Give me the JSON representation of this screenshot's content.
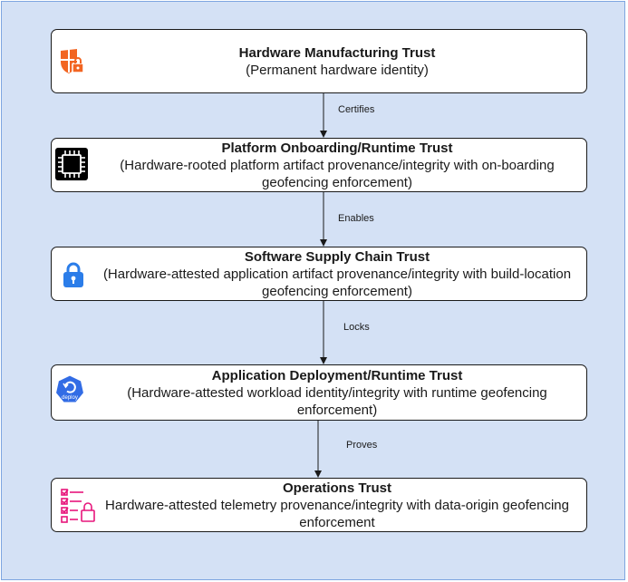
{
  "diagram": {
    "boxes": [
      {
        "title": "Hardware Manufacturing Trust",
        "description": "(Permanent hardware identity)",
        "icon": "shield-lock-icon",
        "icon_color": "#f26522"
      },
      {
        "title": "Platform Onboarding/Runtime Trust",
        "description": "(Hardware-rooted platform artifact provenance/integrity with on-boarding geofencing enforcement)",
        "icon": "cpu-chip-icon",
        "icon_color": "#000000"
      },
      {
        "title": "Software Supply Chain Trust",
        "description": "(Hardware-attested application artifact provenance/integrity with build-location geofencing enforcement)",
        "icon": "padlock-icon",
        "icon_color": "#2b7de9"
      },
      {
        "title": "Application Deployment/Runtime Trust",
        "description": "(Hardware-attested workload identity/integrity with runtime geofencing enforcement)",
        "icon": "kubernetes-deploy-icon",
        "icon_color": "#326ce5",
        "icon_text": "deploy"
      },
      {
        "title": "Operations Trust",
        "description": "Hardware-attested telemetry provenance/integrity with data-origin geofencing enforcement",
        "icon": "checklist-lock-icon",
        "icon_color": "#e7157b"
      }
    ],
    "edges": [
      {
        "label": "Certifies"
      },
      {
        "label": "Enables"
      },
      {
        "label": "Locks"
      },
      {
        "label": "Proves"
      }
    ],
    "colors": {
      "background": "#d4e1f5",
      "border": "#7ea6e0",
      "box_fill": "#ffffff",
      "box_stroke": "#1a1a1a"
    }
  }
}
